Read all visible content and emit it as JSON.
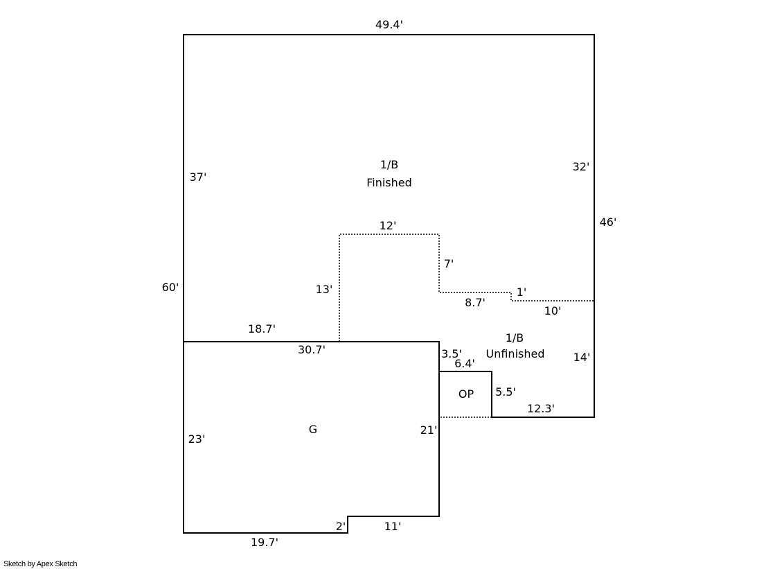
{
  "areas": {
    "finished": {
      "code": "1/B",
      "name": "Finished"
    },
    "unfinished": {
      "code": "1/B",
      "name": "Unfinished"
    },
    "open_porch": "OP",
    "garage": "G"
  },
  "dimensions": {
    "top": "49.4'",
    "left_overall": "60'",
    "left_upper": "37'",
    "right_upper": "32'",
    "right_overall": "46'",
    "right_lower": "14'",
    "notch_top": "12'",
    "notch_right": "7'",
    "notch_left": "13'",
    "notch_bottom": "8.7'",
    "step": "1'",
    "divider_right": "10'",
    "garage_top_left": "18.7'",
    "garage_top": "30.7'",
    "porch_jog": "3.5'",
    "porch_top": "6.4'",
    "porch_right": "5.5'",
    "bottom_right": "12.3'",
    "garage_right": "21'",
    "garage_left": "23'",
    "garage_step": "2'",
    "garage_bottom_right": "11'",
    "garage_bottom": "19.7'"
  },
  "footer": "Sketch by Apex Sketch"
}
